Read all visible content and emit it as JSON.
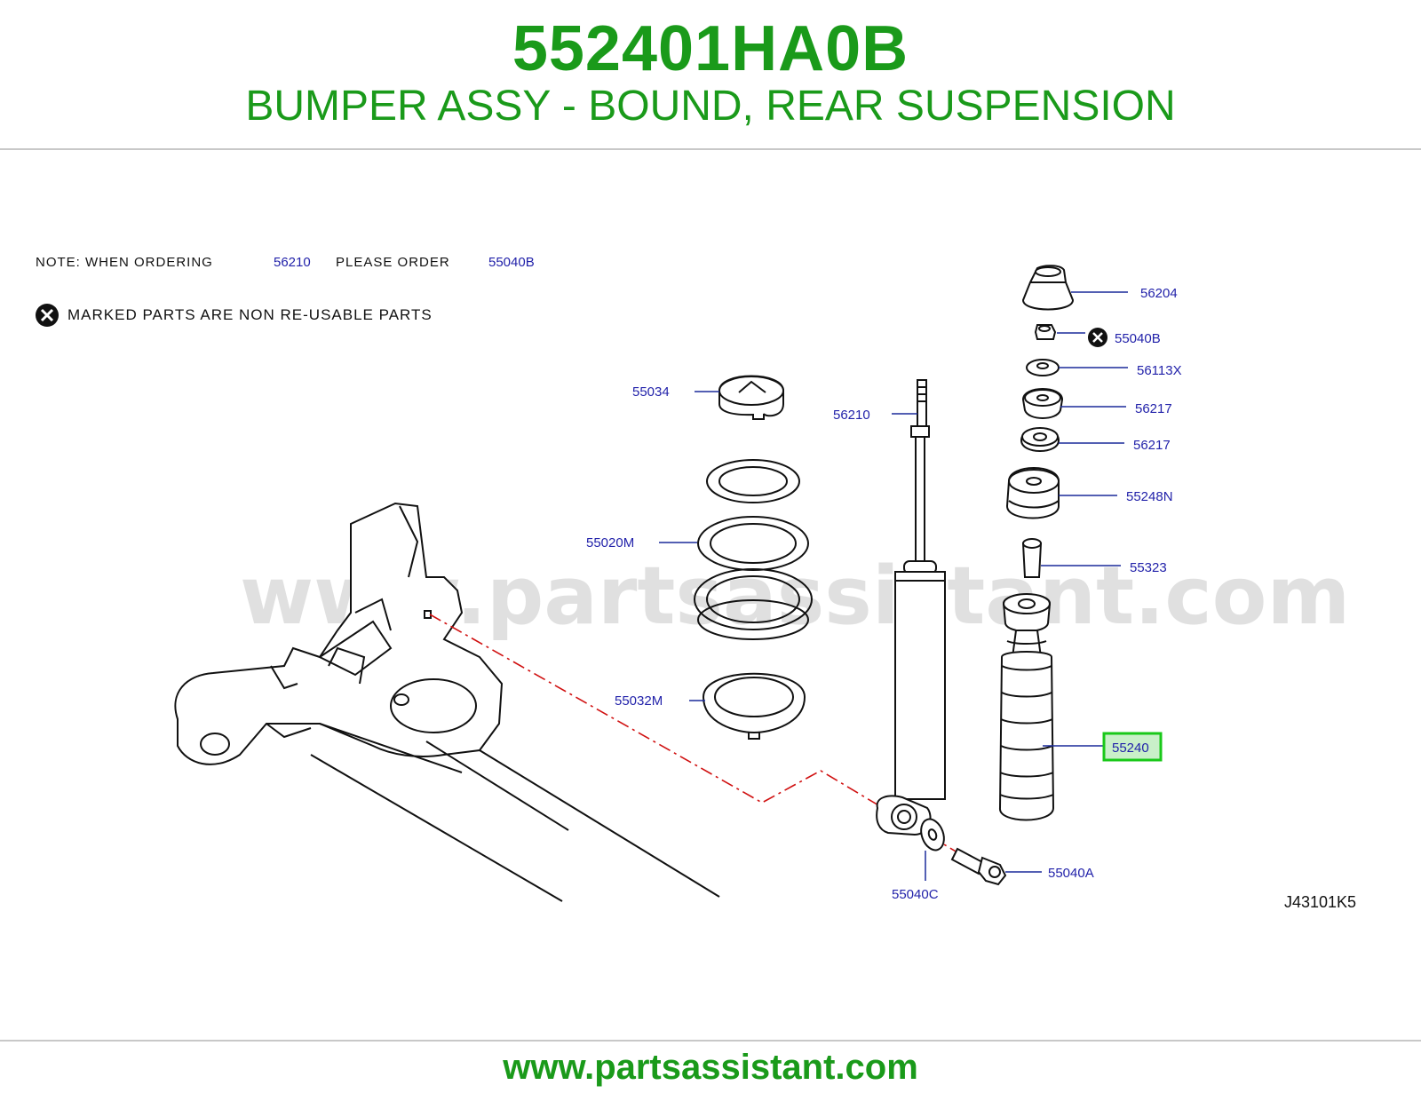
{
  "header": {
    "part_number": "552401HA0B",
    "title": "BUMPER ASSY - BOUND, REAR SUSPENSION"
  },
  "notes": {
    "line1": {
      "prefix": "NOTE:   WHEN   ORDERING",
      "ref1": "56210",
      "middle": "PLEASE   ORDER",
      "ref2": "55040B"
    },
    "line2": {
      "text": "MARKED   PARTS   ARE   NON   RE-USABLE   PARTS",
      "icon": "non-reusable-x-icon"
    }
  },
  "callouts": {
    "c56204": "56204",
    "c55040B": "55040B",
    "c56113X": "56113X",
    "c56217a": "56217",
    "c56217b": "56217",
    "c55248N": "55248N",
    "c55323": "55323",
    "c55034": "55034",
    "c56210": "56210",
    "c55020M": "55020M",
    "c55032M": "55032M",
    "c55240": "55240",
    "c55040A": "55040A",
    "c55040C": "55040C"
  },
  "diagram_id": "J43101K5",
  "watermark": "www.partsassistant.com",
  "footer": {
    "url": "www.partsassistant.com"
  },
  "colors": {
    "brand_green": "#1a9a1a",
    "callout_blue": "#2222aa",
    "highlight_green": "#19c819",
    "highlight_fill": "#c9f0c9",
    "dashed_red": "#d01010"
  }
}
